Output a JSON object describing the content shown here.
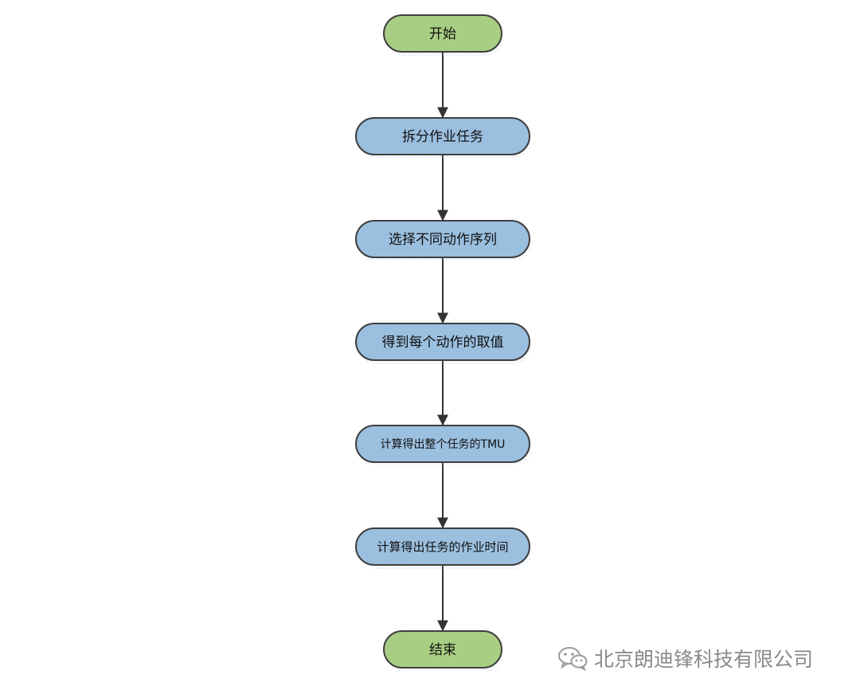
{
  "flowchart": {
    "steps": [
      {
        "label": "开始",
        "shape": "terminal",
        "color": "#a8ce84"
      },
      {
        "label": "拆分作业任务",
        "shape": "process",
        "color": "#9bbfdf"
      },
      {
        "label": "选择不同动作序列",
        "shape": "process",
        "color": "#9bbfdf"
      },
      {
        "label": "得到每个动作的取值",
        "shape": "process",
        "color": "#9bbfdf"
      },
      {
        "label": "计算得出整个任务的TMU",
        "shape": "process",
        "color": "#9bbfdf"
      },
      {
        "label": "计算得出任务的作业时间",
        "shape": "process",
        "color": "#9bbfdf"
      },
      {
        "label": "结束",
        "shape": "terminal",
        "color": "#a8ce84"
      }
    ],
    "connector_color": "#333333",
    "border_color": "#3f3f3f"
  },
  "watermark": {
    "text": "北京朗迪锋科技有限公司",
    "icon": "wechat-icon"
  }
}
